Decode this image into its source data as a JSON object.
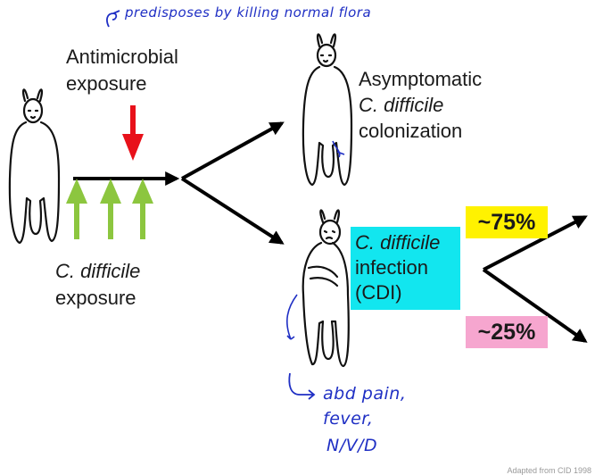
{
  "annotations": {
    "top_note": "predisposes by killing normal flora",
    "bottom_note_lines": [
      "abd pain,",
      "fever,",
      "N/V/D"
    ]
  },
  "labels": {
    "antimicrobial_line1": "Antimicrobial",
    "antimicrobial_line2": "exposure",
    "cdiff_exposure_line1": "C. difficile",
    "cdiff_exposure_line2": "exposure",
    "asymptomatic_line1": "Asymptomatic",
    "asymptomatic_line2": "C. difficile",
    "asymptomatic_line3": "colonization",
    "cdi_line1": "C. difficile",
    "cdi_line2": "infection",
    "cdi_line3": "(CDI)"
  },
  "outcomes": {
    "upper_percent": "~75%",
    "lower_percent": "~25%"
  },
  "footer": "Adapted from CID 1998",
  "colors": {
    "red_arrow": "#e8111a",
    "green_arrow": "#8cc63f",
    "cyan_highlight": "#12e6ef",
    "yellow_highlight": "#fff200",
    "pink_highlight": "#f6a6cf",
    "annotation_ink": "#1f2fc4"
  },
  "icons": [
    "person-figure-icon",
    "sick-person-figure-icon",
    "red-down-arrow-icon",
    "green-up-arrow-icon"
  ]
}
